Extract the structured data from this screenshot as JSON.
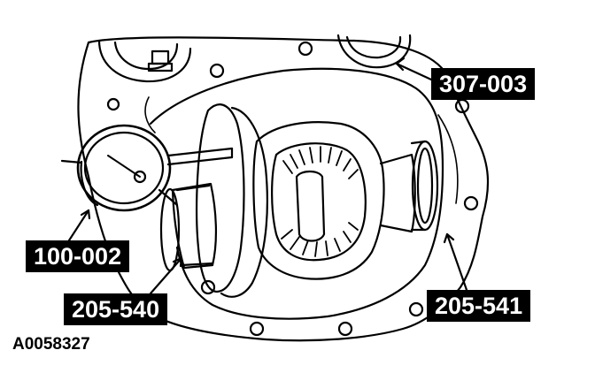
{
  "callouts": {
    "tool_307": "307-003",
    "tool_100": "100-002",
    "tool_205_540": "205-540",
    "tool_205_541": "205-541"
  },
  "figure_id": "A0058327",
  "colors": {
    "ink": "#000000",
    "paper": "#ffffff"
  }
}
